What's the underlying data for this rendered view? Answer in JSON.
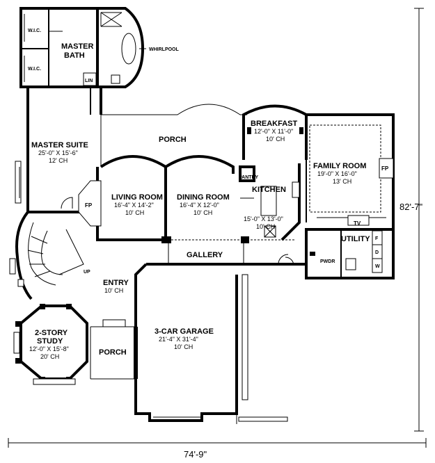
{
  "rooms": {
    "wic_top": "W.I.C.",
    "wic_bottom": "W.I.C.",
    "master_bath_line1": "MASTER",
    "master_bath_line2": "BATH",
    "whirlpool": "WHIRLPOOL",
    "lin": "LIN",
    "master_suite": {
      "name": "MASTER SUITE",
      "size": "25'-0\" X 15'-6\"",
      "ceiling": "12' CH"
    },
    "porch_rear": "PORCH",
    "breakfast": {
      "name": "BREAKFAST",
      "size": "12'-0\" X 11'-0\"",
      "ceiling": "10' CH"
    },
    "family_room": {
      "name": "FAMILY ROOM",
      "size": "19'-0\" X 16'-0\"",
      "ceiling": "13' CH"
    },
    "fp_family": "FP",
    "pantry": "PANTRY",
    "kitchen": {
      "name": "KITCHEN",
      "size": "15'-0\" X 13'-0\"",
      "ceiling": "10' CH"
    },
    "living_room": {
      "name": "LIVING ROOM",
      "size": "16'-4\" X 14'-2\"",
      "ceiling": "10' CH"
    },
    "fp_living": "FP",
    "dining_room": {
      "name": "DINING ROOM",
      "size": "16'-4\" X 12'-0\"",
      "ceiling": "10' CH"
    },
    "tv": "TV",
    "utility": "UTILITY",
    "f": "F",
    "d": "D",
    "w": "W",
    "pwdr": "PWDR",
    "gallery": "GALLERY",
    "up": "UP",
    "entry": {
      "name": "ENTRY",
      "ceiling": "10' CH"
    },
    "study": {
      "name_line1": "2-STORY",
      "name_line2": "STUDY",
      "size": "12'-0\" X 15'-8\"",
      "ceiling": "20' CH"
    },
    "porch_front": "PORCH",
    "garage": {
      "name": "3-CAR GARAGE",
      "size": "21'-4\" X 31'-4\"",
      "ceiling": "10' CH"
    }
  },
  "dimensions": {
    "overall_width": "74'-9\"",
    "overall_depth": "82'-7\""
  }
}
